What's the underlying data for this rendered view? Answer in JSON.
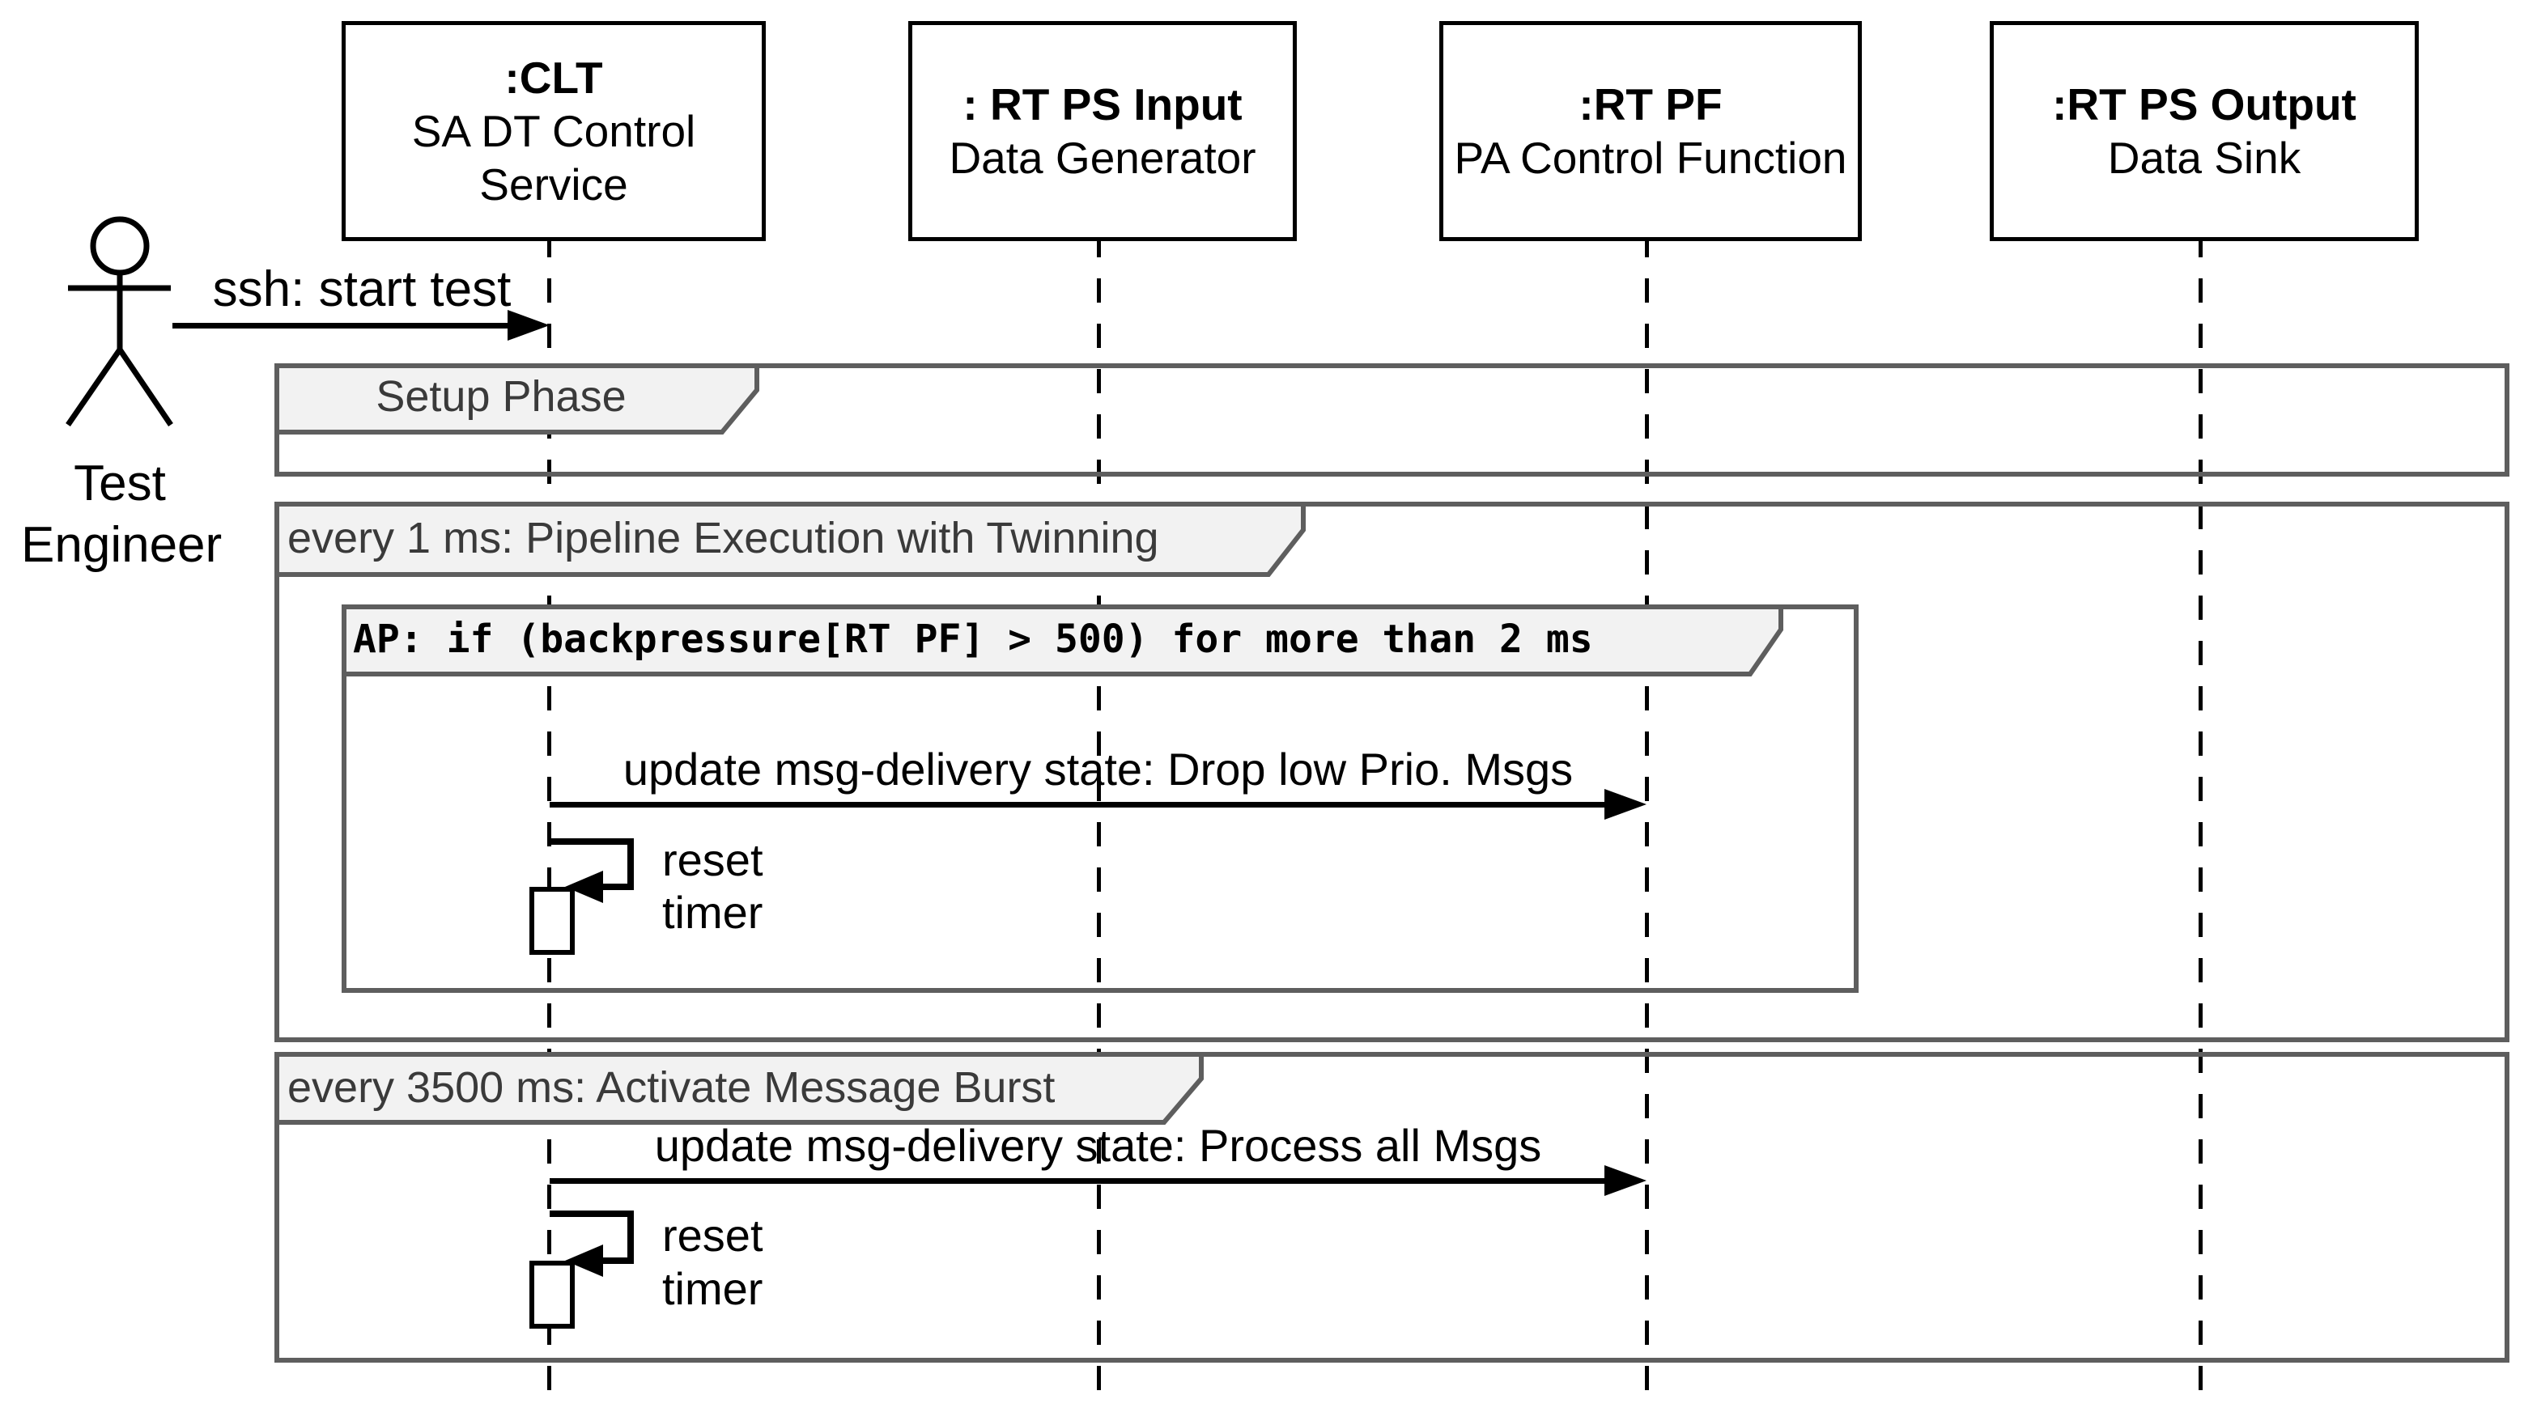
{
  "diagram": {
    "actor": {
      "line1": "Test",
      "line2": "Engineer"
    },
    "lifelines": [
      {
        "title": ":CLT",
        "sub1": "SA DT Control",
        "sub2": "Service"
      },
      {
        "title": ": RT PS Input",
        "sub1": "Data Generator"
      },
      {
        "title": ":RT PF",
        "sub1": "PA Control Function"
      },
      {
        "title": ":RT PS Output",
        "sub1": "Data Sink"
      }
    ],
    "fragments": {
      "setup": "Setup Phase",
      "pipeline": "every 1 ms: Pipeline Execution with Twinning",
      "ap": "AP: if (backpressure[RT PF] > 500) for more than 2 ms",
      "burst": "every 3500 ms: Activate Message Burst"
    },
    "messages": {
      "start": "ssh: start test",
      "msg1": "update msg-delivery state: Drop low Prio. Msgs",
      "msg2": "update msg-delivery state: Process all Msgs"
    },
    "self1": {
      "line1": "reset",
      "line2": "timer"
    },
    "self2": {
      "line1": "reset",
      "line2": "timer"
    },
    "colors": {
      "frame_border": "#5e5e5e",
      "frame_label_bg": "#f2f2f2",
      "frame_label_text": "#3a3a3a",
      "line_black": "#000000",
      "background": "#ffffff"
    }
  }
}
